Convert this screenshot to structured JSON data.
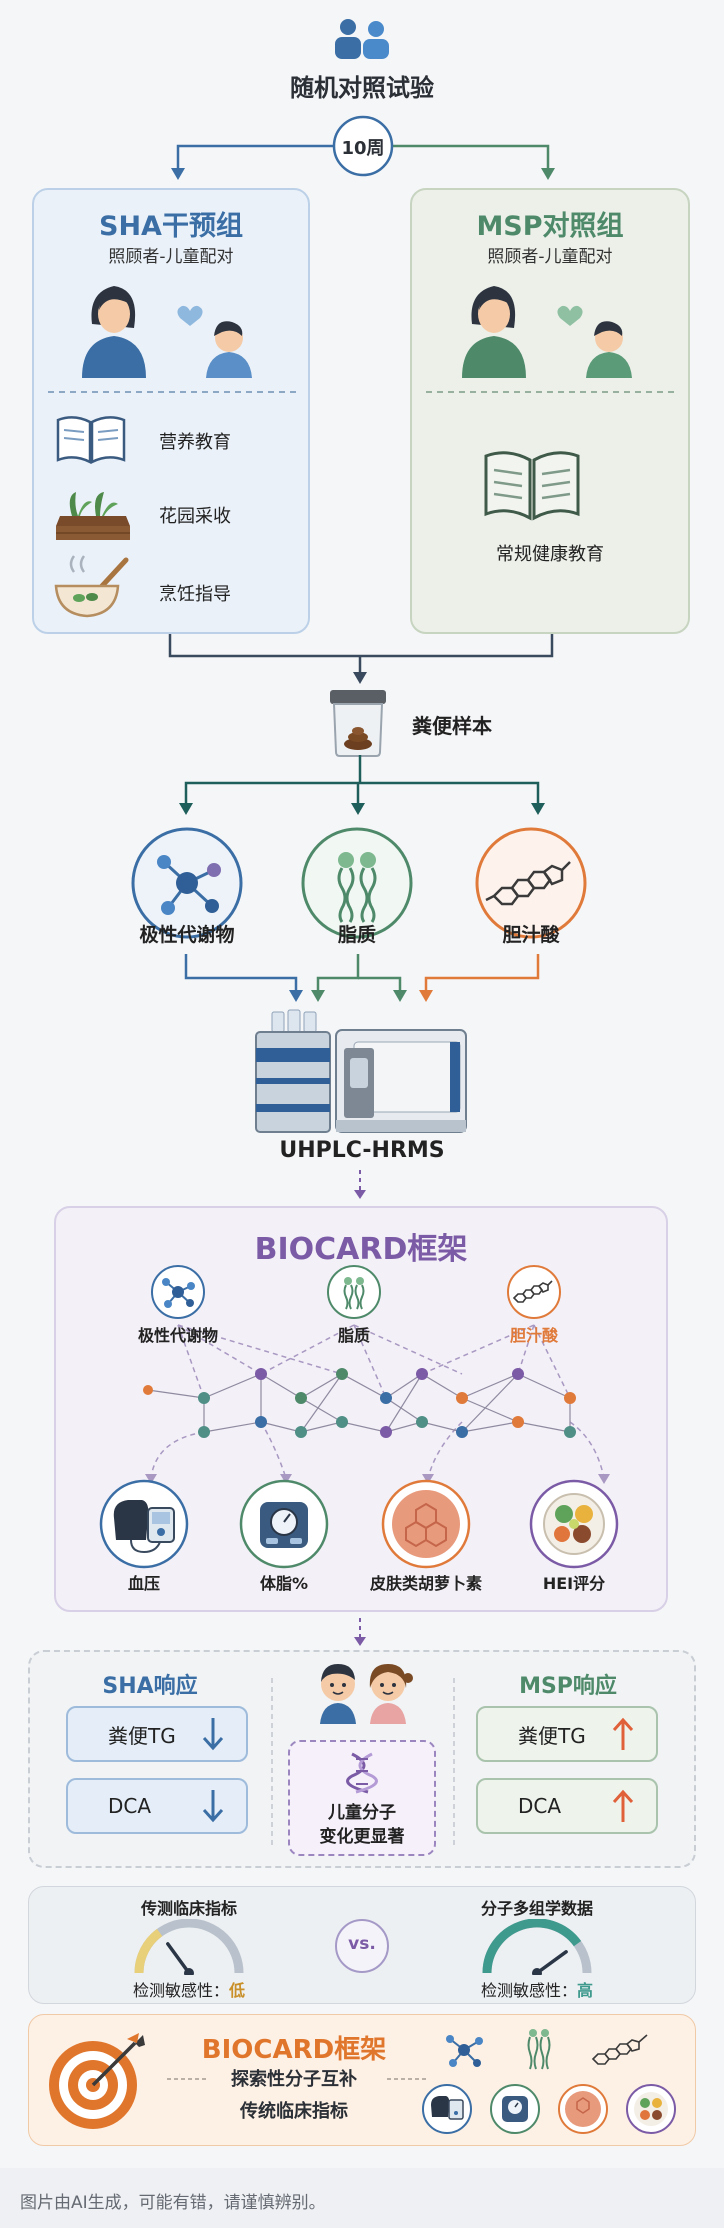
{
  "header": {
    "title": "随机对照试验",
    "duration": "10周"
  },
  "sha_group": {
    "title": "SHA干预组",
    "subtitle": "照顾者-儿童配对",
    "items": [
      "营养教育",
      "花园采收",
      "烹饪指导"
    ]
  },
  "msp_group": {
    "title": "MSP对照组",
    "subtitle": "照顾者-儿童配对",
    "items": [
      "常规健康教育"
    ]
  },
  "sample": {
    "label": "粪便样本"
  },
  "analytes": [
    "极性代谢物",
    "脂质",
    "胆汁酸"
  ],
  "instrument": {
    "label": "UHPLC-HRMS"
  },
  "framework": {
    "title": "BIOCARD框架",
    "inputs": [
      "极性代谢物",
      "脂质",
      "胆汁酸"
    ],
    "outcomes": [
      "血压",
      "体脂%",
      "皮肤类胡萝卜素",
      "HEI评分"
    ]
  },
  "response": {
    "sha": {
      "title": "SHA响应",
      "rows": [
        {
          "label": "粪便TG",
          "dir": "down"
        },
        {
          "label": "DCA",
          "dir": "down"
        }
      ]
    },
    "msp": {
      "title": "MSP响应",
      "rows": [
        {
          "label": "粪便TG",
          "dir": "up"
        },
        {
          "label": "DCA",
          "dir": "up"
        }
      ]
    },
    "center_line1": "儿童分子",
    "center_line2": "变化更显著"
  },
  "comparison": {
    "left_title": "传测临床指标",
    "left_caption_prefix": "检测敏感性：",
    "left_caption_value": "低",
    "vs": "vs.",
    "right_title": "分子多组学数据",
    "right_caption_prefix": "检测敏感性：",
    "right_caption_value": "高",
    "left_level": 0.3,
    "right_level": 0.8
  },
  "summary": {
    "title": "BIOCARD框架",
    "line1": "探索性分子互补",
    "line2": "传统临床指标"
  },
  "footer": {
    "note": "图片由AI生成，可能有错，请谨慎辨别。"
  },
  "colors": {
    "sha_blue": "#3a6ea5",
    "msp_green": "#4e8a6a",
    "biocard_purple": "#7b5aa6",
    "bile_orange": "#e07a3a",
    "summary_orange": "#e0762c"
  }
}
